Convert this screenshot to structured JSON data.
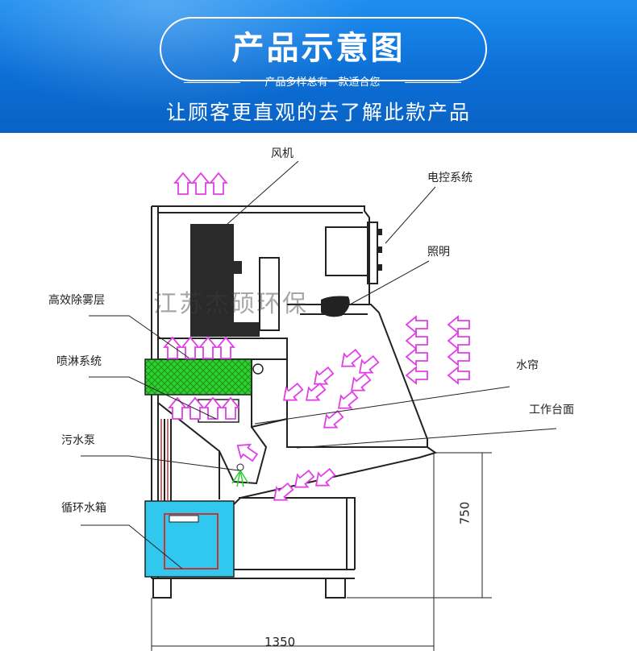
{
  "banner": {
    "title": "产品示意图",
    "subtitle": "产品多样总有一款适合您",
    "slogan": "让顾客更直观的去了解此款产品",
    "colors": {
      "background": "#0c6fd6",
      "text": "#ffffff"
    }
  },
  "diagram": {
    "labels": {
      "fan": "风机",
      "control_system": "电控系统",
      "lighting": "照明",
      "demister_layer": "高效除雾层",
      "spray_system": "喷淋系统",
      "water_curtain": "水帘",
      "work_table": "工作台面",
      "sewage_pump": "污水泵",
      "circulation_tank": "循环水箱"
    },
    "watermark": "江苏杰硕环保",
    "dimensions": {
      "width": "1350",
      "height": "750"
    },
    "colors": {
      "airflow_arrows": "#e23ee8",
      "demister_fill": "#2fd12f",
      "water_fill": "#30c8ee",
      "line": "#222222"
    }
  }
}
